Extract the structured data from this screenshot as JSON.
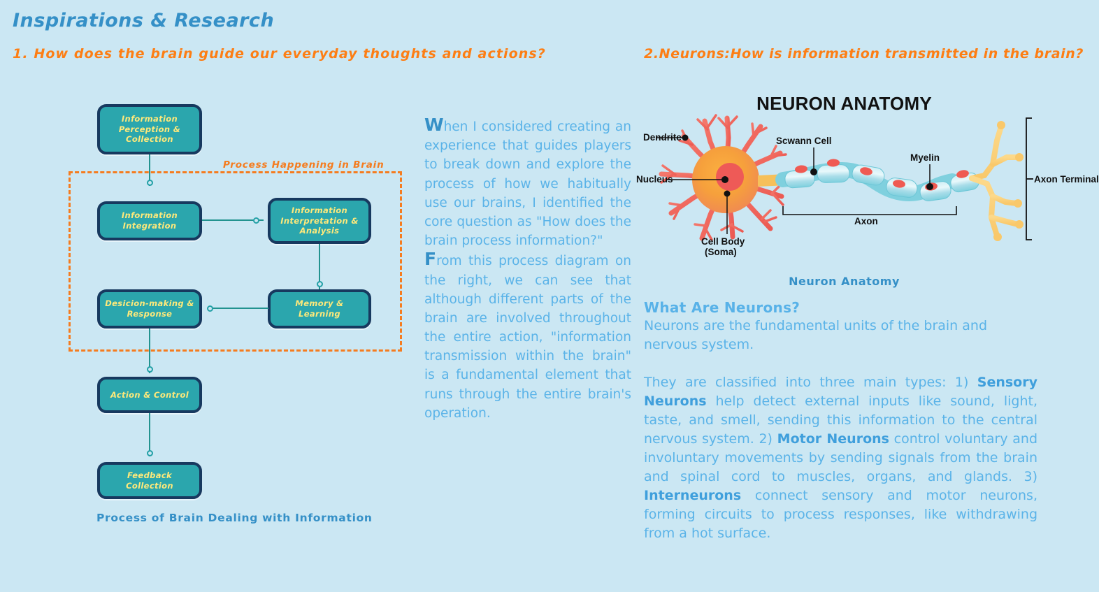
{
  "header": {
    "title": "Inspirations & Research",
    "question_one": "1. How does the brain guide our everyday thoughts and actions?",
    "question_two": "2.Neurons:How is information transmitted in the brain?"
  },
  "colors": {
    "background": "#cbe7f3",
    "title_blue": "#3590c7",
    "accent_orange": "#fd7e14",
    "node_fill": "#2ba6ad",
    "node_border": "#17395f",
    "node_text": "#ffe97a",
    "connector": "#22a0a6",
    "body_text": "#5ab3e8",
    "dashed_border": "#f57c1f"
  },
  "flowchart": {
    "caption": "Process of Brain Dealing with Information",
    "region_label": "Process Happening in Brain",
    "nodes": [
      {
        "id": "perception",
        "label": "Information\nPerception &\nCollection"
      },
      {
        "id": "integration",
        "label": "Information\nIntegration"
      },
      {
        "id": "interpretation",
        "label": "Information\nInterpretation &\nAnalysis"
      },
      {
        "id": "decision",
        "label": "Desicion-making &\nResponse"
      },
      {
        "id": "memory",
        "label": "Memory &\nLearning"
      },
      {
        "id": "action",
        "label": "Action & Control"
      },
      {
        "id": "feedback",
        "label": "Feedback\nCollection"
      }
    ]
  },
  "middle": {
    "para_one_cap": "W",
    "para_one": "hen I considered creating an experience that guides players to break down and explore the process of how we habitually use our brains, I identified the core question as \"How does the brain process information?\"",
    "para_two_cap": "F",
    "para_two": "rom this process diagram on the right, we can see that although different parts of the brain are involved throughout the entire action, \"information transmission within the brain\" is a fundamental element that runs through the entire brain's operation."
  },
  "neuron_diagram": {
    "title": "NEURON ANATOMY",
    "caption": "Neuron Anatomy",
    "labels": {
      "dendrite": "Dendrite",
      "nucleus": "Nucleus",
      "cell_body_line1": "Cell Body",
      "cell_body_line2": "(Soma)",
      "schwann_cell": "Scwann Cell",
      "myelin": "Myelin",
      "axon": "Axon",
      "axon_terminal": "Axon Terminal"
    }
  },
  "right_column": {
    "heading": "What Are Neurons?",
    "intro": "Neurons are the fundamental units of the brain and nervous system.",
    "types_intro": "They are classified into three main types:",
    "type_one_num": "1) ",
    "type_one_name": "Sensory Neurons",
    "type_one_text": " help detect external inputs like sound, light, taste, and smell, sending this information to the central nervous system.",
    "type_two_num": "2) ",
    "type_two_name": "Motor Neurons",
    "type_two_text": " control voluntary and involuntary movements by sending signals from the brain and spinal cord to muscles, organs, and glands.",
    "type_three_num": "3) ",
    "type_three_name": "Interneurons",
    "type_three_text": " connect sensory and motor neurons, forming circuits to process responses, like withdrawing from a hot surface."
  }
}
